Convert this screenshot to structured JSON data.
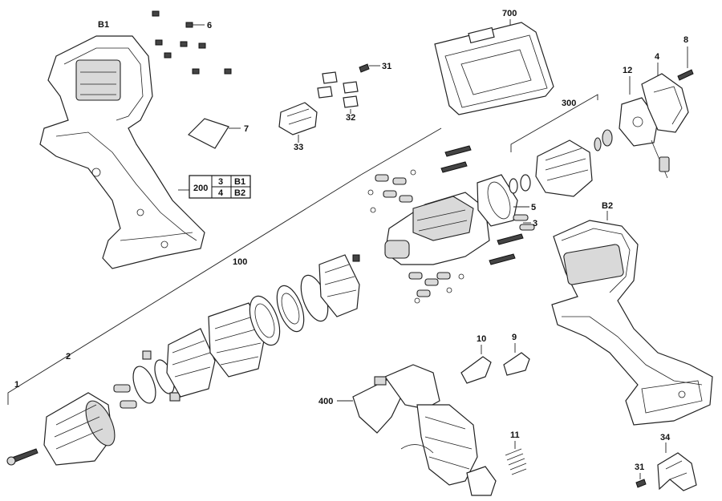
{
  "callouts": {
    "c1": "1",
    "c2": "2",
    "c3": "3",
    "c4": "4",
    "c5": "5",
    "c6": "6",
    "c7": "7",
    "c8": "8",
    "c9": "9",
    "c10": "10",
    "c11": "11",
    "c12": "12",
    "c31a": "31",
    "c31b": "31",
    "c32": "32",
    "c33": "33",
    "c34": "34",
    "c100": "100",
    "c300": "300",
    "c400": "400",
    "c700": "700",
    "cB1": "B1",
    "cB2": "B2"
  },
  "assembly_table": {
    "id": "200",
    "rows": [
      {
        "qty": "3",
        "ref": "B1"
      },
      {
        "qty": "4",
        "ref": "B2"
      }
    ]
  },
  "colors": {
    "ink": "#222222",
    "fill": "#ffffff",
    "shade": "#d9d9d9"
  }
}
